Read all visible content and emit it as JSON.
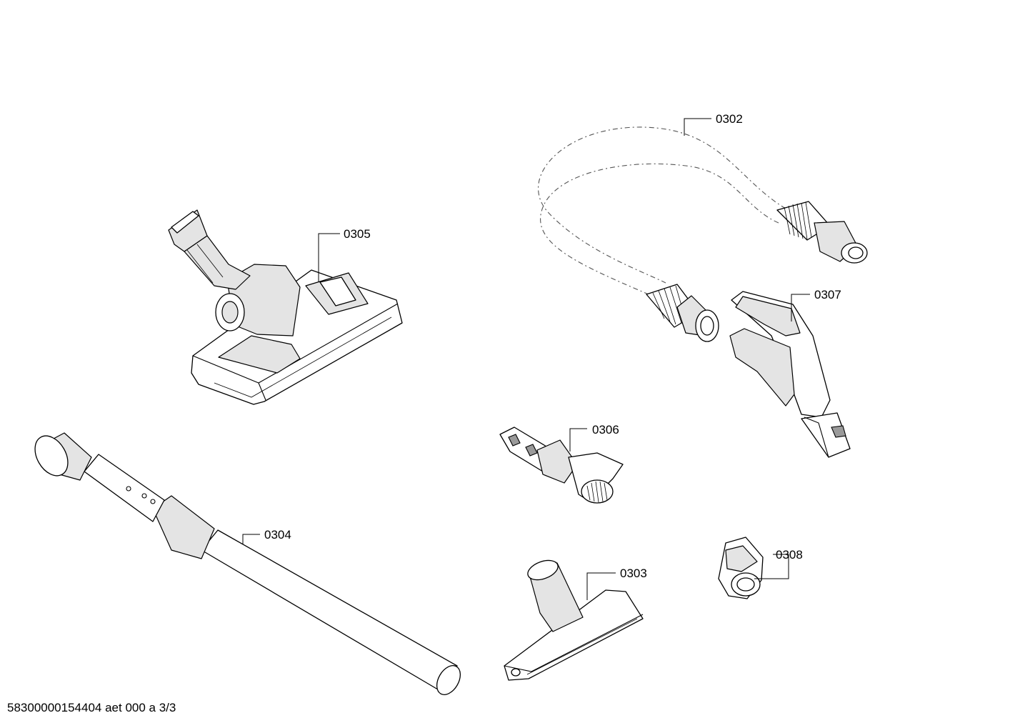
{
  "parts": [
    {
      "id": "0302",
      "name": "hose"
    },
    {
      "id": "0303",
      "name": "upholstery-nozzle"
    },
    {
      "id": "0304",
      "name": "telescopic-tube"
    },
    {
      "id": "0305",
      "name": "floor-nozzle"
    },
    {
      "id": "0306",
      "name": "crevice-adapter"
    },
    {
      "id": "0307",
      "name": "handle"
    },
    {
      "id": "0308",
      "name": "clip"
    }
  ],
  "footer": "58300000154404 aet 000 a 3/3"
}
